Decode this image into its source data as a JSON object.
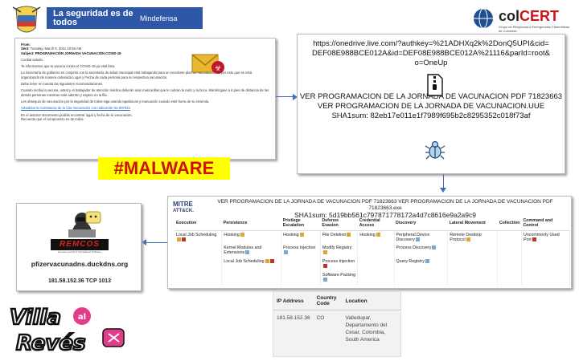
{
  "header": {
    "slogan": "La seguridad es de todos",
    "ministry": "Mindefensa",
    "colcert_name_a": "col",
    "colcert_name_b": "CERT",
    "colcert_sub": "Grupo de Respuesta a Emergencias Cibernéticas de Colombia"
  },
  "email": {
    "from_label": "From:",
    "sent_label": "Sent:",
    "sent_value": "Tuesday, March 9, 2021 10:55 AM",
    "subject_label": "Subject:",
    "subject_value": "PROGRAMACIÓN JORNADA VACUNACIÓN COVID-19",
    "greeting": "Cordial saludo.",
    "line1": "Te informamos que tu vacuna contra el COVID-19 ya está lista.",
    "line2": "La Secretaría de gobierno en conjunto con la secretaría de salud municipal está trabajando para un excelente plan de vacunación, en por esto que se está organizando de manera ordenada Lugar y Fecha de cada persona para su respectiva vacunación.",
    "line3": "Debe tener en cuenta las siguientes recomendaciones.",
    "line4": "Cuando reciba la vacuna, usted y el trabajador de atención médica deberán usar mascarillas que le cubran la nariz y la boca. Manténgase a 6 pies de distancia de las demás personas mientras esté adentro y espere en la fila.",
    "line5": "Les obsequio de vacunación por la seguridad de todos siga usando tapabocas y manuación cuando esté fuera de su vivienda.",
    "link": "Visualizar la Constancia de la Cita Vacunación con radicación No 897321",
    "line6": "En el anterior documento podrás encontrar lugar y fecha de tu vacunación.",
    "line7": "Recuerda que el compromiso es de todos."
  },
  "malware_label": "#MALWARE",
  "download": {
    "url": "https://onedrive.live.com/?authkey=%21ADHXq2k%2DonQ5UPI&cid=DEF08E988BCE012A&id=DEF08E988BCE012A%21116&parId=root&o=OneUp",
    "file1": "VER PROGRAMACION DE LA JORNADA DE VACUNACION PDF 71823663",
    "file2": "VER PROGRAMACION DE LA JORNADA DE VACUNACION.UUE",
    "sha_line": "SHA1sum:  82eb17e011e1f7989f695b2c8295352c018f73af"
  },
  "mitre": {
    "logo_a": "MITRE",
    "logo_b": "ATT&CK.",
    "title": "VER PROGRAMACION DE LA JORNADA DE VACUNACION PDF 71823663 VER PROGRAMACION DE LA JORNADA DE VACUNACION PDF 71823663.exe",
    "sha": "SHA1sum:  5d19bb561c797871778172a4d7c8616e9a2a9c9",
    "headers": [
      "Execution",
      "Persistence",
      "Privilege Escalation",
      "Defense Evasion",
      "Credential Access",
      "Discovery",
      "Lateral Movement",
      "Collection",
      "Command and Control"
    ],
    "rows": [
      [
        [
          "Local Job Scheduling",
          "yr"
        ],
        [
          "Hooking",
          "y"
        ],
        [
          "Hooking",
          "y"
        ],
        [
          "File Deletion",
          "y"
        ],
        [
          "Hooking",
          "y"
        ],
        [
          "Peripheral Device Discovery",
          "b"
        ],
        [
          "Remote Desktop Protocol",
          "y"
        ],
        [
          "",
          ""
        ],
        [
          "Uncommonly Used Port",
          "r"
        ]
      ],
      [
        [
          "",
          ""
        ],
        [
          "Kernel Modules and Extensions",
          "b"
        ],
        [
          "Process Injection",
          "b"
        ],
        [
          "Modify Registry",
          "y"
        ],
        [
          "",
          ""
        ],
        [
          "Process Discovery",
          "b"
        ],
        [
          "",
          ""
        ],
        [
          "",
          ""
        ],
        [
          "",
          ""
        ]
      ],
      [
        [
          "",
          ""
        ],
        [
          "Local Job Scheduling",
          "yr"
        ],
        [
          "",
          ""
        ],
        [
          "Process Injection",
          "r"
        ],
        [
          "",
          ""
        ],
        [
          "Query Registry",
          "b"
        ],
        [
          "",
          ""
        ],
        [
          "",
          ""
        ],
        [
          "",
          ""
        ]
      ],
      [
        [
          "",
          ""
        ],
        [
          "",
          ""
        ],
        [
          "",
          ""
        ],
        [
          "Software Packing",
          "b"
        ],
        [
          "",
          ""
        ],
        [
          "",
          ""
        ],
        [
          "",
          ""
        ],
        [
          "",
          ""
        ],
        [
          "",
          ""
        ]
      ]
    ]
  },
  "remcos": {
    "logo": "REMCOS",
    "logo_sub": "Remote Control & Surveillance Software",
    "domain": "pfizervacunadns.duckdns.org",
    "ip_port": "181.58.152.36 TCP 1013"
  },
  "geo": {
    "headers": [
      "IP Address",
      "Country Code",
      "Location"
    ],
    "ip": "181.58.152.36",
    "country": "CO",
    "location": "Valledupar, Departamento del Cesar, Colombia, South America"
  },
  "villa": {
    "text_a": "Villa",
    "text_b": "al",
    "text_c": "Revés"
  }
}
